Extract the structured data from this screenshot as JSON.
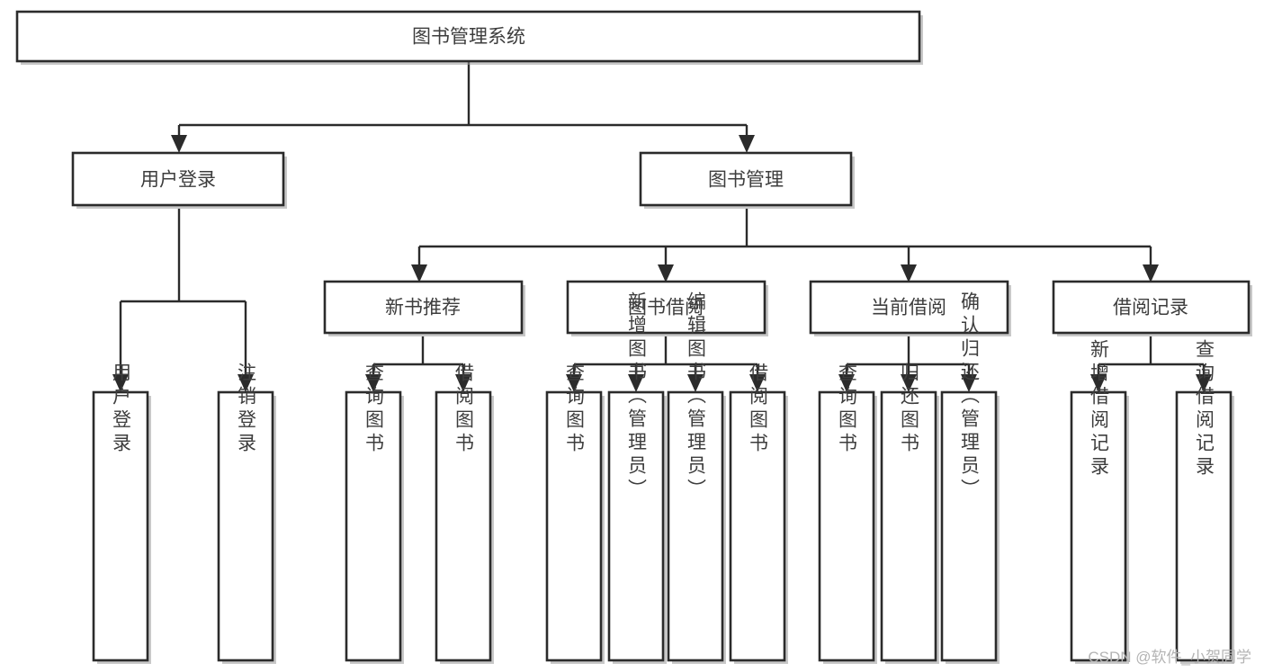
{
  "diagram": {
    "title": "图书管理系统",
    "type": "tree-hierarchy-chart",
    "root": {
      "id": "root",
      "label": "图书管理系统"
    },
    "level2": [
      {
        "id": "user-login",
        "label": "用户登录"
      },
      {
        "id": "book-manage",
        "label": "图书管理"
      }
    ],
    "level3": [
      {
        "id": "new-book-recommend",
        "label": "新书推荐",
        "parent": "book-manage"
      },
      {
        "id": "book-borrow",
        "label": "图书借阅",
        "parent": "book-manage"
      },
      {
        "id": "current-borrow",
        "label": "当前借阅",
        "parent": "book-manage"
      },
      {
        "id": "borrow-record",
        "label": "借阅记录",
        "parent": "book-manage"
      }
    ],
    "leaves": {
      "user-login": [
        {
          "id": "leaf-user-login",
          "label": "用户登录"
        },
        {
          "id": "leaf-user-logout",
          "label": "注销登录"
        }
      ],
      "new-book-recommend": [
        {
          "id": "leaf-query-book-1",
          "label": "查询图书"
        },
        {
          "id": "leaf-borrow-book-1",
          "label": "借阅图书"
        }
      ],
      "book-borrow": [
        {
          "id": "leaf-query-book-2",
          "label": "查询图书"
        },
        {
          "id": "leaf-add-book",
          "label": "新增图书（管理员）"
        },
        {
          "id": "leaf-edit-book",
          "label": "编辑图书（管理员）"
        },
        {
          "id": "leaf-borrow-book-2",
          "label": "借阅图书"
        }
      ],
      "current-borrow": [
        {
          "id": "leaf-query-book-3",
          "label": "查询图书"
        },
        {
          "id": "leaf-return-book",
          "label": "归还图书"
        },
        {
          "id": "leaf-confirm-return",
          "label": "确认归还（管理员）"
        }
      ],
      "borrow-record": [
        {
          "id": "leaf-add-record",
          "label": "新增借阅记录"
        },
        {
          "id": "leaf-query-record",
          "label": "查询借阅记录"
        }
      ]
    }
  },
  "watermark": {
    "text": "CSDN @软件_小贺同学"
  },
  "colors": {
    "stroke": "#2b2b2b",
    "box_fill": "#ffffff",
    "text": "#3d3d3d",
    "watermark": "#b4b4b4",
    "background": "#ffffff"
  }
}
